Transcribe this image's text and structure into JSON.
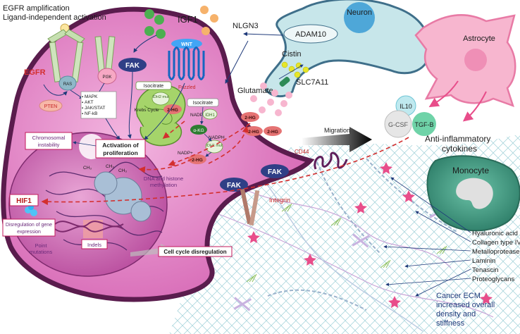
{
  "header": {
    "line1": "EGFR amplification",
    "line2": "Ligand-independent activation"
  },
  "labels": {
    "egfr": "EGFR",
    "igf1": "IGF1",
    "nlgn3": "NLGN3",
    "neuron": "Neuron",
    "adam10": "ADAM10",
    "astrocyte": "Astrocyte",
    "cistin": "Cistin",
    "slc7a11": "SLC7A11",
    "glutamate": "Glutamate",
    "wnt": "WNT",
    "frizzled": "Frizzled",
    "fak_top": "FAK",
    "fak_mid1": "FAK",
    "fak_mid2": "FAK",
    "ras": "RAS",
    "pi3k": "PI3K",
    "pten": "PTEN",
    "pathways": [
      "MAPK",
      "AKT",
      "JAK/STAT",
      "NF-kB"
    ],
    "isocitrate_a": "Isocitrate",
    "isocitrate_b": "Isocitrate",
    "idh2_mut": "IDH2 mut",
    "twohg": "2-HG",
    "krebs": "Krebs Cycle",
    "nadp_1": "NADP+",
    "nadp_2": "NADP+",
    "idh1": "IDH1",
    "akg": "α-KG",
    "nadph": "NADPH",
    "idh1_mut": "IDH1 mut",
    "twohg_cyto": "2-HG",
    "twohg_ext_1": "2-HG",
    "twohg_ext_2": "2-HG",
    "twohg_ext_3": "2-HG",
    "gcsf": "G-CSF",
    "il10": "IL10",
    "tgfb": "TGF-B",
    "anti_inflam_1": "Anti-inflammatory",
    "anti_inflam_2": "cytokines",
    "migration": "Migration",
    "cd44": "CD44",
    "integrin": "Integrin",
    "monocyte": "Monocyte",
    "chromosomal_1": "Chromosomal",
    "chromosomal_2": "instability",
    "activation_1": "Activation of",
    "activation_2": "proliferation",
    "dna_1": "DNA and histone",
    "dna_2": "methylation",
    "ch3": "CH₃",
    "hif1": "HIF1",
    "disreg_1": "Disregulation of gene",
    "disreg_2": "expression",
    "point_1": "Point",
    "point_2": "mutations",
    "indels": "Indels",
    "cell_cycle": "Cell cycle disregulation"
  },
  "ecm_components": [
    "Hyaluronic acid",
    "Collagen type IV",
    "Metalloproteases",
    "Laminin",
    "Tenascin",
    "Proteoglycans"
  ],
  "cancer_ecm": [
    "Cancer ECM",
    "increased overall",
    "density and",
    "stiffness"
  ],
  "colors": {
    "cell_fill": "#d96bb8",
    "cell_edge": "#5a1c4d",
    "nucleus": "#c55aa9",
    "accent_red": "#d32f2f",
    "green": "#8bc34a",
    "neuron": "#c7e6ea",
    "astrocyte": "#f7b6cf",
    "monocyte": "#3f9b84"
  }
}
